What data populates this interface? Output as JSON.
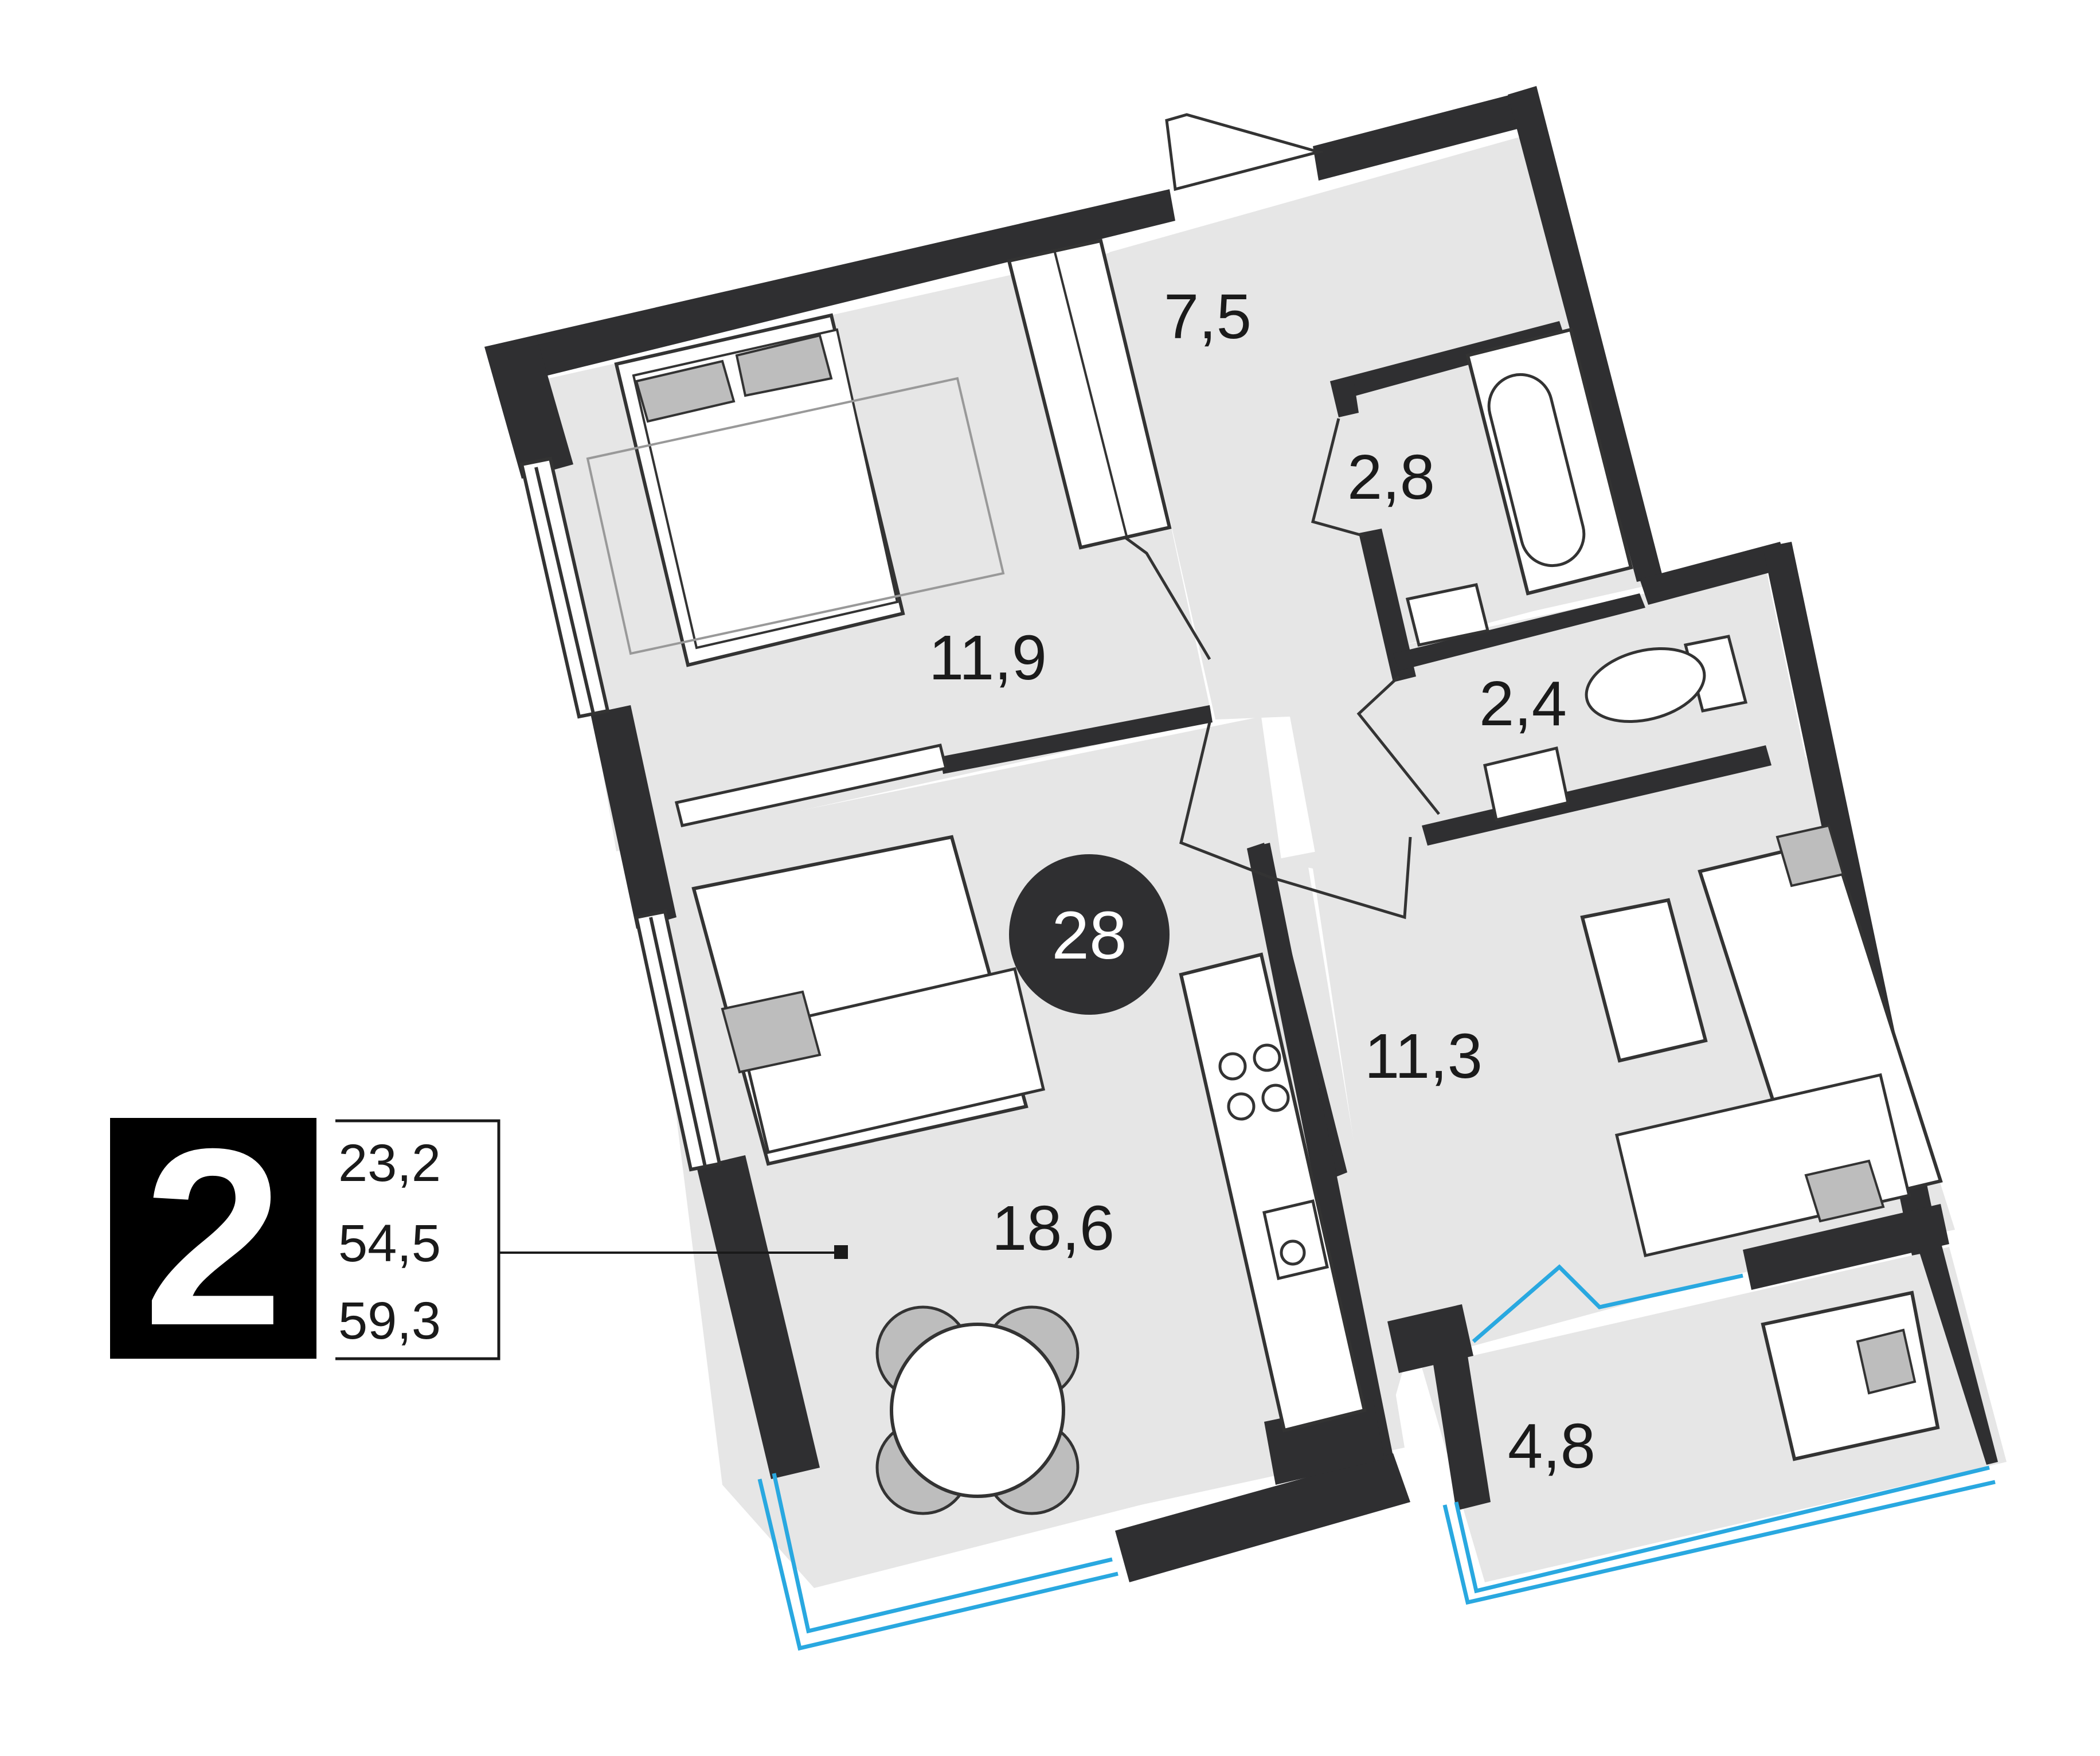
{
  "apartment": {
    "number": "28",
    "rooms_count": "2"
  },
  "summary": {
    "living_area": "23,2",
    "total_area": "54,5",
    "area_with_balconies": "59,3"
  },
  "rooms": {
    "hall": "7,5",
    "bathroom": "2,8",
    "wc": "2,4",
    "bedroom": "11,9",
    "kitchen_living": "18,6",
    "living_room": "11,3",
    "balcony": "4,8"
  },
  "colors": {
    "wall": "#2f2f31",
    "floor": "#e6e6e6",
    "furniture_fill": "#ffffff",
    "furniture_stroke": "#333333",
    "pillow": "#bdbdbd",
    "glazing": "#29a8e0",
    "badge": "#2f2f31"
  },
  "icons": [
    "door-icon",
    "window-icon",
    "bed-icon",
    "sofa-icon",
    "table-icon",
    "stove-icon",
    "sink-icon",
    "bathtub-icon",
    "toilet-icon",
    "wardrobe-icon"
  ]
}
